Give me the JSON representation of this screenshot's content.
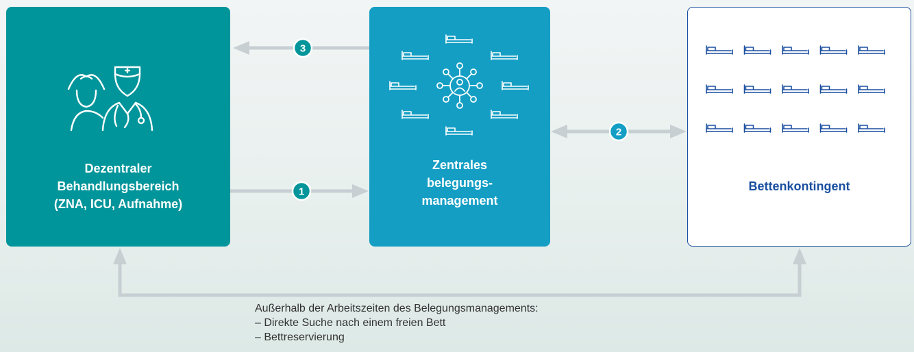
{
  "boxes": {
    "left": {
      "label": "Dezentraler\nBehandlungsbereich\n(ZNA, ICU, Aufnahme)",
      "icon": "doctor-nurse-icon"
    },
    "middle": {
      "label": "Zentrales\nbelegungs-\nmanagement",
      "icon": "network-hub-icon"
    },
    "right": {
      "label": "Bettenkontingent",
      "icon": "bed-icon",
      "bed_rows": 3,
      "beds_per_row": 5
    }
  },
  "arrows": {
    "step1": {
      "badge": "1",
      "from": "left",
      "to": "middle"
    },
    "step2": {
      "badge": "2",
      "from": "middle",
      "to": "right",
      "bidirectional": true
    },
    "step3": {
      "badge": "3",
      "from": "middle",
      "to": "left"
    },
    "bottom": {
      "from": "right",
      "to": "left",
      "bidirectional": true
    }
  },
  "footnote": {
    "heading": "Außerhalb der Arbeitszeiten des Belegungsmanagements:",
    "items": [
      "Direkte Suche nach einem freien Bett",
      "Bettreservierung"
    ]
  },
  "colors": {
    "teal": "#00959a",
    "blue": "#149ec4",
    "navy": "#1a4fa0",
    "arrow": "#c7cfd3",
    "background": "#eef3f2"
  }
}
